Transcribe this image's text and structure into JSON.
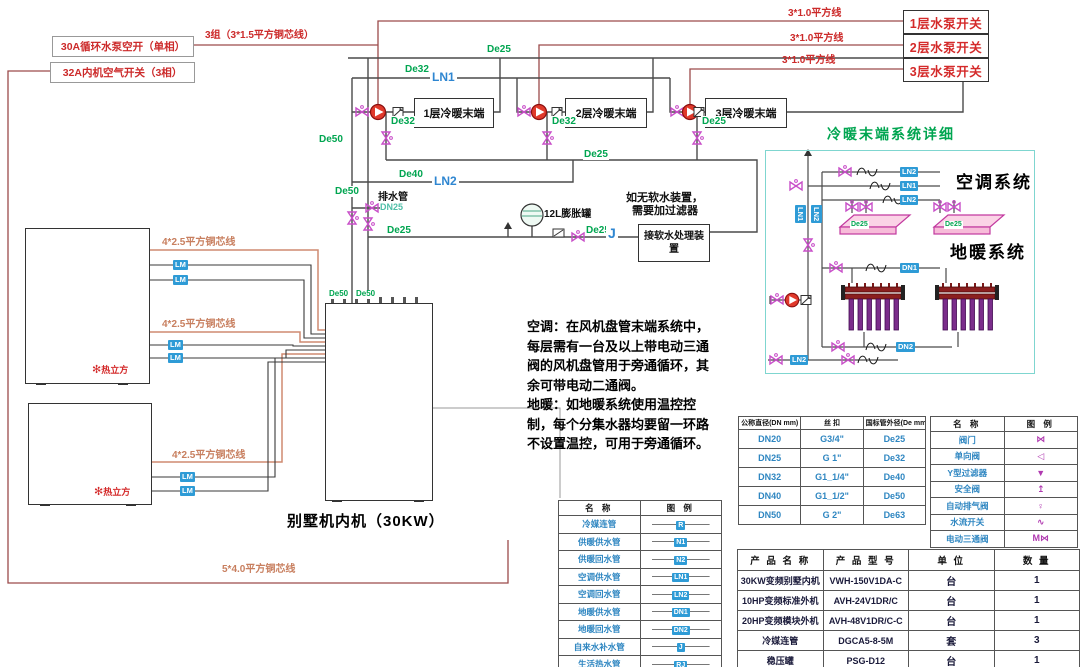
{
  "power": {
    "breaker_pump": "30A循环水泵空开（单相）",
    "breaker_indoor": "32A内机空气开关（3相）",
    "group_wire": "3组（3*1.5平方铜芯线）",
    "switch_wire": "3*1.0平方线",
    "pump_switches": [
      "1层水泵开关",
      "2层水泵开关",
      "3层水泵开关"
    ],
    "outdoor_wire": "4*2.5平方铜芯线",
    "main_wire": "5*4.0平方铜芯线",
    "wire_code": "LM"
  },
  "pipes": {
    "de25": "De25",
    "de32": "De32",
    "de40": "De40",
    "de50": "De50",
    "dn25": "DN25",
    "ln1": "LN1",
    "ln2": "LN2",
    "j": "J",
    "dn1": "DN1",
    "dn2": "DN2",
    "drain": "排水管",
    "tank": "12L膨胀罐"
  },
  "terminals": [
    "1层冷暖末端",
    "2层冷暖末端",
    "3层冷暖末端"
  ],
  "softener": {
    "note_line1": "如无软水装置，",
    "note_line2": "需要加过滤器",
    "box": "接软水处理装置"
  },
  "indoor_unit_label": "别墅机内机（30KW）",
  "brand": "热立方",
  "brand_flake": "✻",
  "notes": [
    "空调：在风机盘管末端系统中，",
    "每层需有一台及以上带电动三通",
    "阀的风机盘管用于旁通循环，其",
    "余可带电动二通阀。",
    "地暖：如地暖系统使用温控控",
    "制，每个分集水器均要留一环路",
    "不设置温控，可用于旁通循环。"
  ],
  "detail": {
    "title": "冷暖末端系统详细",
    "ac_label": "空调系统",
    "floor_label": "地暖系统",
    "coil_pipe": "De25"
  },
  "tables": {
    "pipe_size": {
      "headers": [
        "公称直径(DN mm)",
        "丝 扣",
        "国标管外径(De mm)"
      ],
      "rows": [
        [
          "DN20",
          "G3/4\"",
          "De25"
        ],
        [
          "DN25",
          "G 1\"",
          "De32"
        ],
        [
          "DN32",
          "G1_1/4\"",
          "De40"
        ],
        [
          "DN40",
          "G1_1/2\"",
          "De50"
        ],
        [
          "DN50",
          "G 2\"",
          "De63"
        ]
      ]
    },
    "legend_symbols": {
      "headers": [
        "名  称",
        "图  例"
      ],
      "rows": [
        [
          "阀门",
          "⋈"
        ],
        [
          "单向阀",
          "◁"
        ],
        [
          "Y型过滤器",
          "▼"
        ],
        [
          "安全阀",
          "↥"
        ],
        [
          "自动排气阀",
          "♀"
        ],
        [
          "水流开关",
          "∿"
        ],
        [
          "电动三通阀",
          "M⋈"
        ]
      ]
    },
    "legend_lines": {
      "headers": [
        "名  称",
        "图  例"
      ],
      "rows": [
        [
          "冷媒连管",
          "R"
        ],
        [
          "供暖供水管",
          "N1"
        ],
        [
          "供暖回水管",
          "N2"
        ],
        [
          "空调供水管",
          "LN1"
        ],
        [
          "空调回水管",
          "LN2"
        ],
        [
          "地暖供水管",
          "DN1"
        ],
        [
          "地暖回水管",
          "DN2"
        ],
        [
          "自来水补水管",
          "J"
        ],
        [
          "生活热水管",
          "RJ"
        ]
      ]
    },
    "products": {
      "headers": [
        "产  品  名  称",
        "产  品  型  号",
        "单 位",
        "数 量"
      ],
      "rows": [
        [
          "30KW变频别墅内机",
          "VWH-150V1DA-C",
          "台",
          "1"
        ],
        [
          "10HP变频标准外机",
          "AVH-24V1DR/C",
          "台",
          "1"
        ],
        [
          "20HP变频模块外机",
          "AVH-48V1DR/C-C",
          "台",
          "1"
        ],
        [
          "冷媒连管",
          "DGCA5-8-5M",
          "套",
          "3"
        ],
        [
          "稳压罐",
          "PSG-D12",
          "台",
          "1"
        ]
      ]
    }
  }
}
